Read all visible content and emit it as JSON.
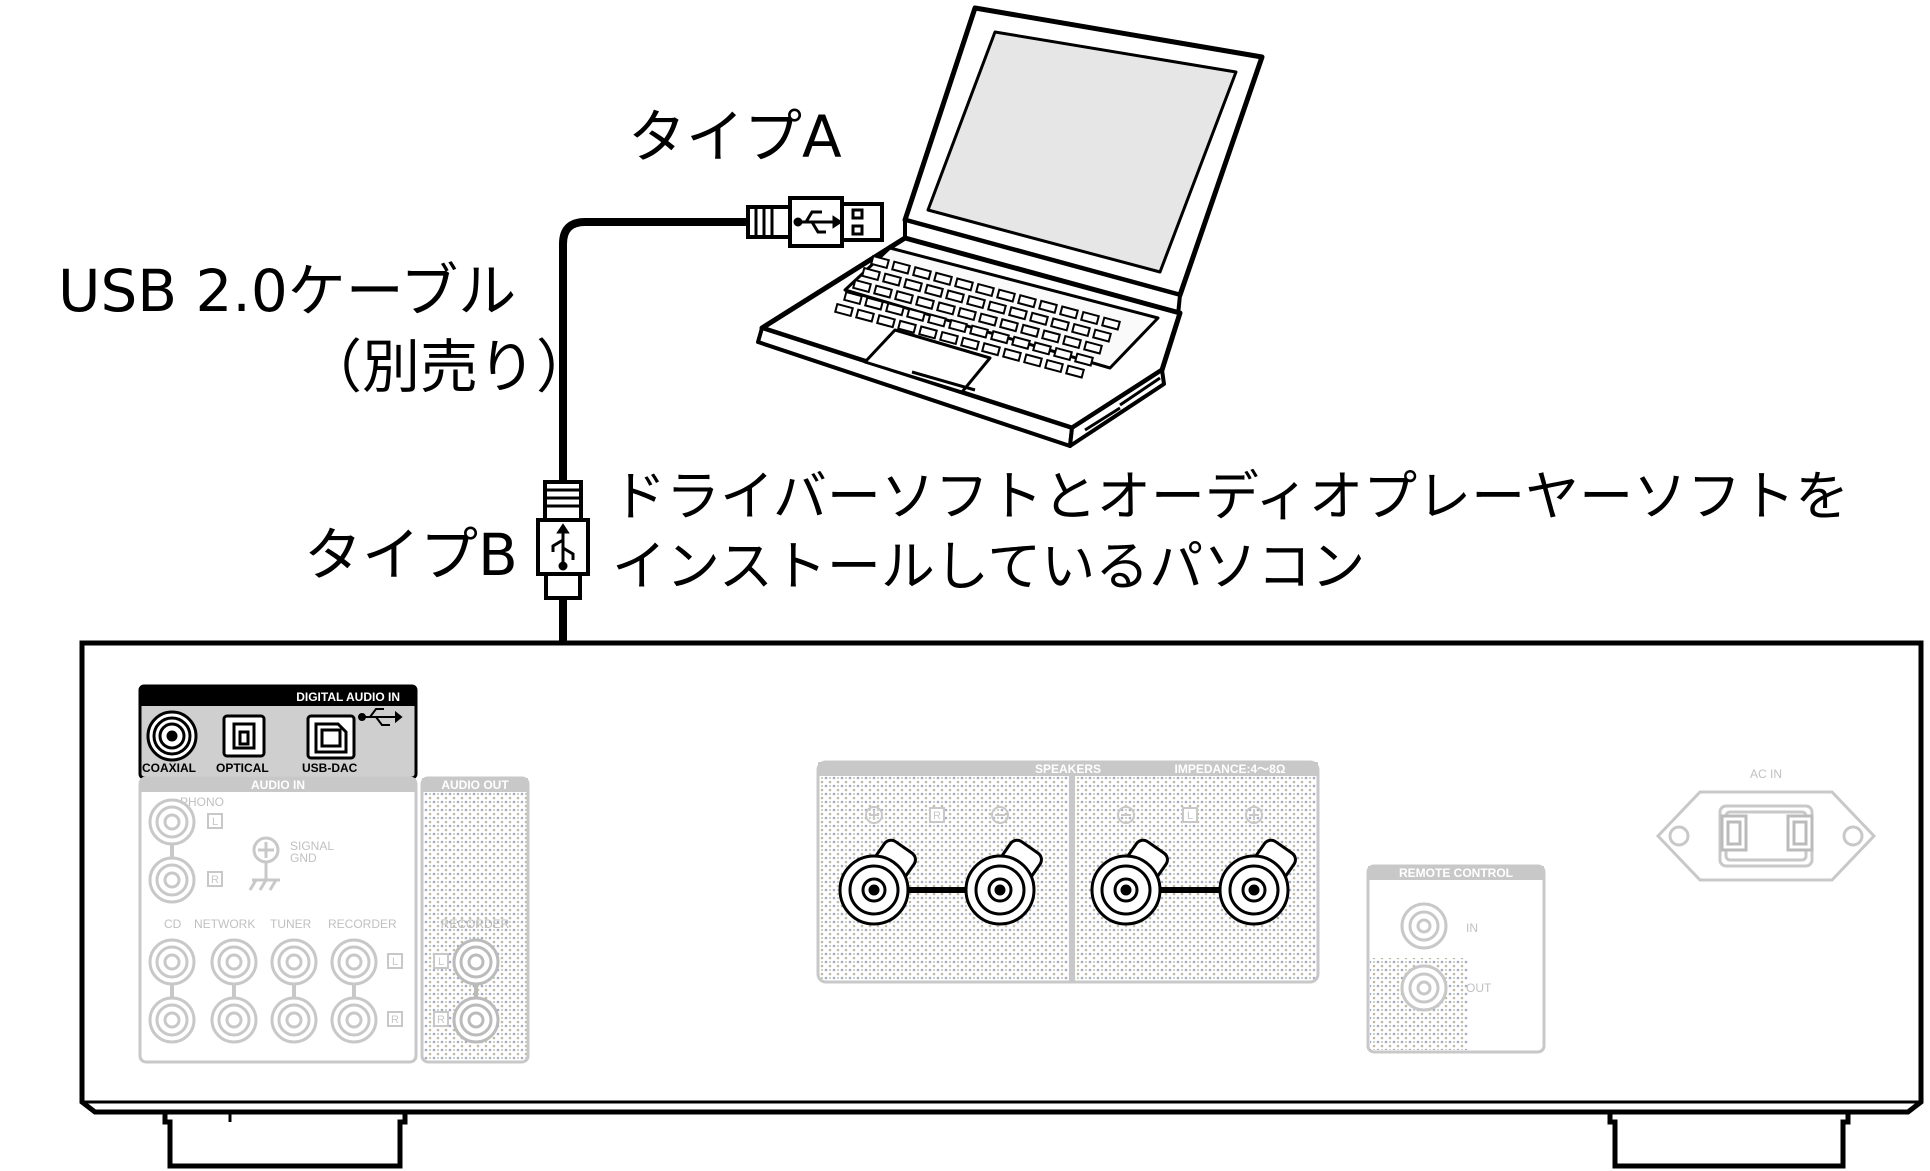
{
  "labels": {
    "type_a": "タイプA",
    "cable_name": "USB 2.0ケーブル",
    "cable_note": "（別売り）",
    "type_b": "タイプB",
    "pc_line1": "ドライバーソフトとオーディオプレーヤーソフトを",
    "pc_line2": "インストールしているパソコン"
  },
  "panel": {
    "digital_audio_in": "DIGITAL AUDIO IN",
    "coaxial": "COAXIAL",
    "optical": "OPTICAL",
    "usb_dac": "USB-DAC",
    "audio_in": "AUDIO IN",
    "phono": "PHONO",
    "signal": "SIGNAL",
    "gnd": "GND",
    "cd": "CD",
    "network": "NETWORK",
    "tuner": "TUNER",
    "recorder": "RECORDER",
    "audio_out": "AUDIO OUT",
    "recorder_out": "RECORDER",
    "speakers": "SPEAKERS",
    "impedance": "IMPEDANCE:4〜8Ω",
    "remote_control": "REMOTE CONTROL",
    "rc_in": "IN",
    "rc_out": "OUT",
    "ac_in": "AC IN",
    "ch_l": "L",
    "ch_r": "R"
  },
  "colors": {
    "line": "#000000",
    "faded": "#c8c8c8",
    "panel_bg": "#efefef",
    "dots": "#b8b8c8"
  },
  "icons": [
    "laptop-icon",
    "usb-symbol-icon"
  ]
}
